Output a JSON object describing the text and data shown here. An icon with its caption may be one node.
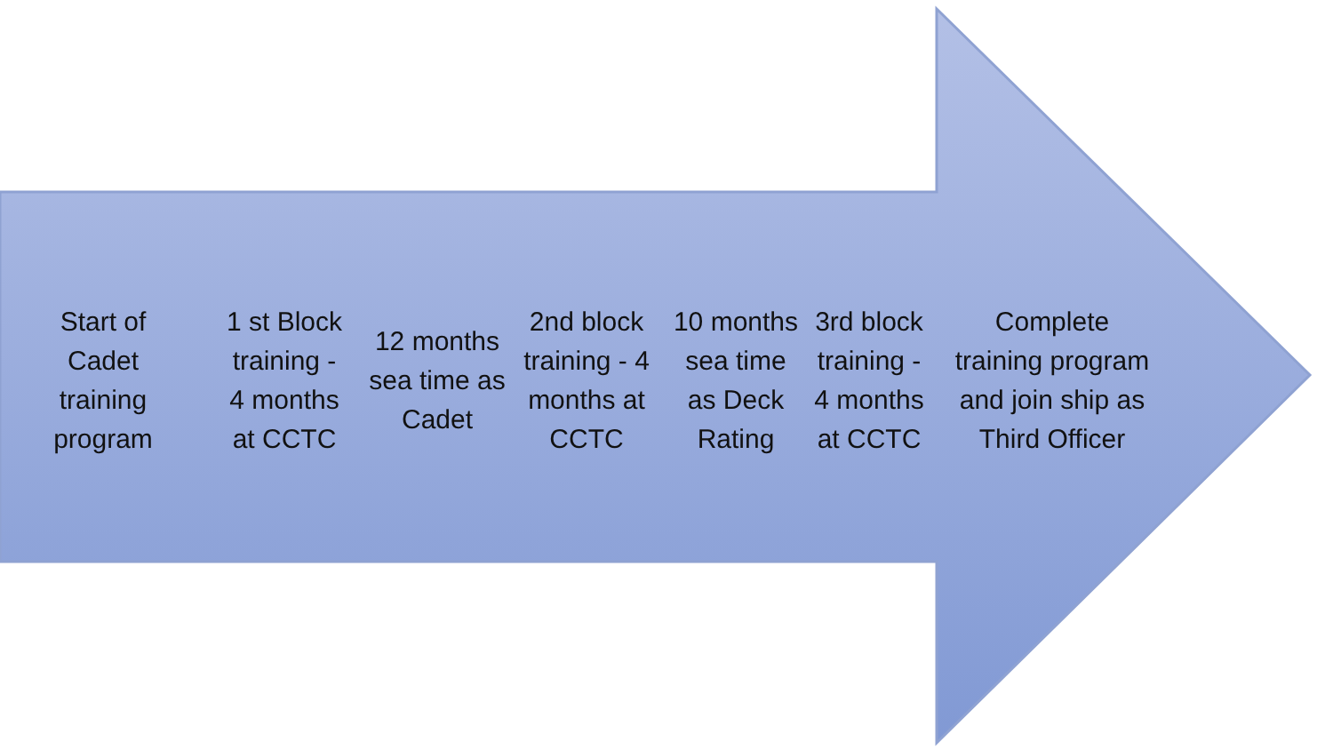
{
  "diagram": {
    "nodes": [
      {
        "text": [
          "Start of Cadet training program",
          "1 st Block training - 4 months at CCTC",
          "12 months sea time as Cadet",
          "2nd block training - 4 months at CCTC",
          "10 months sea time as Deck Rating",
          "3rd block training - 4 months at CCTC",
          "Complete training program and join ship as Third Officer"
        ]
      }
    ]
  }
}
